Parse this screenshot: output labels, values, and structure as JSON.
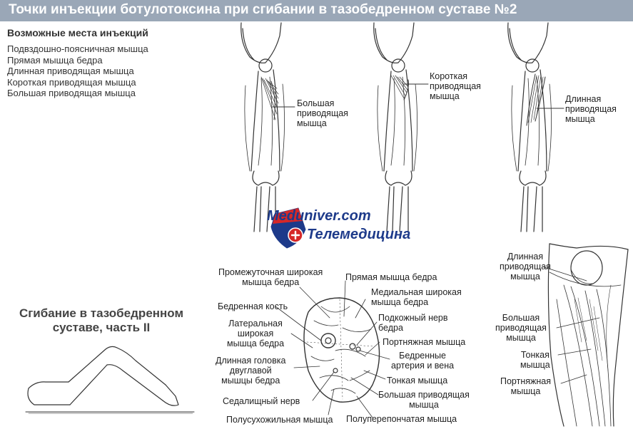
{
  "title": "Точки инъекции ботулотоксина при сгибании в тазобедренном суставе №2",
  "injection_sites": {
    "heading": "Возможные места инъекций",
    "items": [
      "Подвздошно-поясничная мышца",
      "Прямая мышца бедра",
      "Длинная приводящая мышца",
      "Короткая приводящая мышца",
      "Большая приводящая мышца"
    ]
  },
  "section": {
    "line1": "Сгибание в тазобедренном",
    "line2": "суставе, часть II"
  },
  "watermark": {
    "site": "Meduniver.com",
    "tagline": "Телемедицина"
  },
  "leg_labels": {
    "magnus": [
      "Большая",
      "приводящая",
      "мышца"
    ],
    "brevis": [
      "Короткая",
      "приводящая",
      "мышца"
    ],
    "longus": [
      "Длинная",
      "приводящая",
      "мышца"
    ]
  },
  "cross_section": {
    "vastus_intermedius": [
      "Промежуточная широкая",
      "мышца бедра"
    ],
    "rectus_femoris": "Прямая мышца бедра",
    "vastus_medialis": [
      "Медиальная широкая",
      "мышца бедра"
    ],
    "femur": "Бедренная кость",
    "saphenous_nerve": [
      "Подкожный нерв",
      "бедра"
    ],
    "vastus_lateralis": [
      "Латеральная",
      "широкая",
      "мышца бедра"
    ],
    "sartorius": "Портняжная мышца",
    "femoral_vessels": [
      "Бедренные",
      "артерия и вена"
    ],
    "biceps_long_head": [
      "Длинная головка",
      "двуглавой",
      "мышцы бедра"
    ],
    "gracilis": "Тонкая мышца",
    "sciatic_nerve": "Седалищный нерв",
    "adductor_magnus": [
      "Большая приводящая",
      "мышца"
    ],
    "semitendinosus": "Полусухожильная мышца",
    "semimembranosus": "Полуперепончатая мышца"
  },
  "thigh_labels": {
    "longus": [
      "Длинная",
      "приводящая",
      "мышца"
    ],
    "magnus": [
      "Большая",
      "приводящая",
      "мышца"
    ],
    "gracilis": [
      "Тонкая",
      "мышца"
    ],
    "sartorius": [
      "Портняжная",
      "мышца"
    ]
  },
  "colors": {
    "title_bar": "#9aa7b7",
    "watermark_blue": "#1d3a8a",
    "watermark_red": "#d62828"
  }
}
